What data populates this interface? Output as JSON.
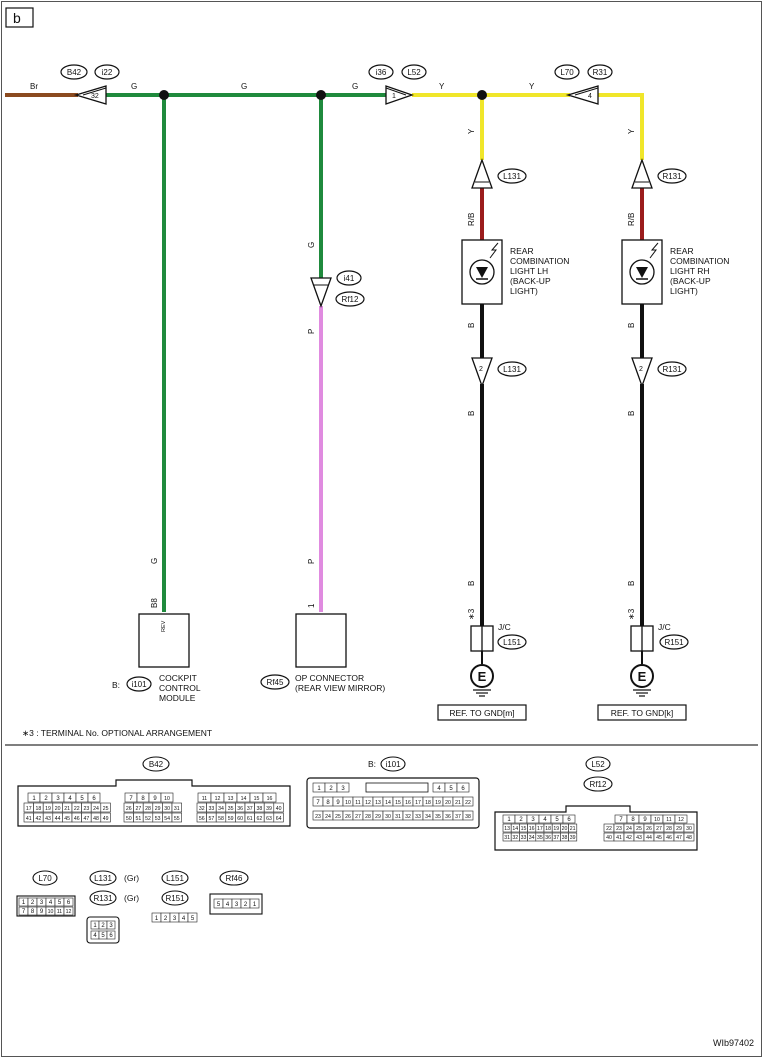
{
  "section_label": "b",
  "footnote": "∗3  : TERMINAL No. OPTIONAL ARRANGEMENT",
  "figure_id": "WIb97402",
  "wire_colors": {
    "Br": "#8b4a1f",
    "G": "#1f8a3d",
    "Y": "#f0e62a",
    "P": "#e08be0",
    "RB": "#9b1c1c",
    "B": "#111111"
  },
  "wire_labels": {
    "br": "Br",
    "g": "G",
    "y": "Y",
    "p": "P",
    "rb": "R/B",
    "b": "B"
  },
  "connectors": {
    "b42": "B42",
    "i22": "i22",
    "i36": "i36",
    "l52": "L52",
    "l70": "L70",
    "r31": "R31",
    "l131": "L131",
    "r131": "R131",
    "i41": "i41",
    "rf12": "Rf12",
    "l151": "L151",
    "r151": "R151",
    "i101": "i101",
    "rf45": "Rf45"
  },
  "pins": {
    "p32": "32",
    "p1": "1",
    "p4": "4",
    "pB8": "B8",
    "p1op": "1",
    "rev": "REV",
    "star3": "∗3",
    "pin1": "1",
    "pin2": "2"
  },
  "components": {
    "cockpit": [
      "COCKPIT",
      "CONTROL",
      "MODULE"
    ],
    "cockpit_prefix": "B:",
    "op_connector": [
      "OP CONNECTOR",
      "(REAR VIEW MIRROR)"
    ],
    "rear_lh": [
      "REAR",
      "COMBINATION",
      "LIGHT LH",
      "(BACK-UP",
      "LIGHT)"
    ],
    "rear_rh": [
      "REAR",
      "COMBINATION",
      "LIGHT RH",
      "(BACK-UP",
      "LIGHT)"
    ],
    "jc": "J/C",
    "ground_symbol": "E",
    "ref_gnd_m": "REF. TO GND[m]",
    "ref_gnd_k": "REF. TO GND[k]"
  },
  "connector_views": {
    "b42_title": "B42",
    "i101_prefix": "B:",
    "i101_title": "i101",
    "l52_title": "L52",
    "rf12_title": "Rf12",
    "l70_title": "L70",
    "l131_title": "L131",
    "r131_title": "R131",
    "gr": "(Gr)",
    "l151_title": "L151",
    "r151_title": "R151",
    "rf46_title": "Rf46",
    "b42_row1a": [
      "1",
      "2",
      "3",
      "4",
      "5",
      "6"
    ],
    "b42_row2a": [
      "17",
      "18",
      "19",
      "20",
      "21",
      "22",
      "23",
      "24",
      "25"
    ],
    "b42_row3a": [
      "41",
      "42",
      "43",
      "44",
      "45",
      "46",
      "47",
      "48",
      "49"
    ],
    "b42_row1b": [
      "7",
      "8",
      "9",
      "10"
    ],
    "b42_row2b": [
      "26",
      "27",
      "28",
      "29",
      "30",
      "31"
    ],
    "b42_row3b": [
      "50",
      "51",
      "52",
      "53",
      "54",
      "55"
    ],
    "b42_row1c": [
      "11",
      "12",
      "13",
      "14",
      "15",
      "16"
    ],
    "b42_row2c": [
      "32",
      "33",
      "34",
      "35",
      "36",
      "37",
      "38",
      "39",
      "40"
    ],
    "b42_row3c": [
      "56",
      "57",
      "58",
      "59",
      "60",
      "61",
      "62",
      "63",
      "64"
    ],
    "i101_row1a": [
      "1",
      "2",
      "3"
    ],
    "i101_row1b": [
      "4",
      "5",
      "6"
    ],
    "i101_row2": [
      "7",
      "8",
      "9",
      "10",
      "11",
      "12",
      "13",
      "14",
      "15",
      "16",
      "17",
      "18",
      "19",
      "20",
      "21",
      "22"
    ],
    "i101_row3": [
      "23",
      "24",
      "25",
      "26",
      "27",
      "28",
      "29",
      "30",
      "31",
      "32",
      "33",
      "34",
      "35",
      "36",
      "37",
      "38"
    ],
    "l52_row1a": [
      "1",
      "2",
      "3",
      "4",
      "5",
      "6"
    ],
    "l52_row2a": [
      "13",
      "14",
      "15",
      "16",
      "17",
      "18",
      "19",
      "20",
      "21"
    ],
    "l52_row3a": [
      "31",
      "32",
      "33",
      "34",
      "35",
      "36",
      "37",
      "38",
      "39"
    ],
    "l52_row1b": [
      "7",
      "8",
      "9",
      "10",
      "11",
      "12"
    ],
    "l52_row2b": [
      "22",
      "23",
      "24",
      "25",
      "26",
      "27",
      "28",
      "29",
      "30"
    ],
    "l52_row3b": [
      "40",
      "41",
      "42",
      "43",
      "44",
      "45",
      "46",
      "47",
      "48"
    ],
    "l70_row1": [
      "1",
      "2",
      "3",
      "4",
      "5",
      "6"
    ],
    "l70_row2": [
      "7",
      "8",
      "9",
      "10",
      "11",
      "12"
    ],
    "l131_row1": [
      "1",
      "2",
      "3"
    ],
    "l131_row2": [
      "4",
      "5",
      "6"
    ],
    "l151_row": [
      "1",
      "2",
      "3",
      "4",
      "5"
    ],
    "rf46_row": [
      "5",
      "4",
      "3",
      "2",
      "1"
    ]
  }
}
